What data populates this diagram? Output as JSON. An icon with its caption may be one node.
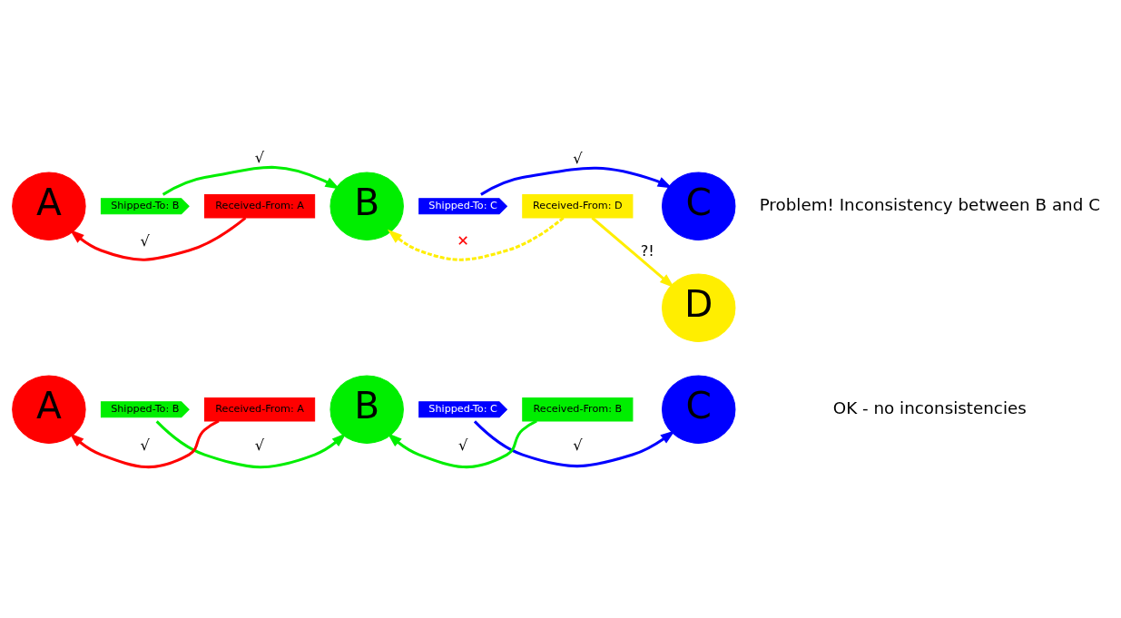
{
  "diagram": {
    "nodes": [
      {
        "text": [
          "A"
        ]
      },
      {
        "text": [
          "Shipped-To: B"
        ]
      },
      {
        "text": [
          "Received-From: A"
        ]
      },
      {
        "text": [
          "B"
        ]
      },
      {
        "text": [
          "Shipped-To: C"
        ]
      },
      {
        "text": [
          "Received-From: B"
        ]
      },
      {
        "text": [
          "C"
        ]
      },
      {
        "text": [
          "A"
        ]
      },
      {
        "text": [
          "Shipped-To: B"
        ]
      },
      {
        "text": [
          "Received-From: A"
        ]
      },
      {
        "text": [
          "B"
        ]
      },
      {
        "text": [
          "Shipped-To: C"
        ]
      },
      {
        "text": [
          "Received-From: D"
        ]
      },
      {
        "text": [
          "C"
        ]
      },
      {
        "text": [
          "D"
        ]
      }
    ],
    "edges": [
      {
        "from": 1,
        "to": 3,
        "arrow": "to",
        "label": "√",
        "color": "#00ee00"
      },
      {
        "from": 2,
        "to": 0,
        "arrow": "to",
        "label": "√",
        "color": "#ff0000"
      },
      {
        "from": 4,
        "to": 6,
        "arrow": "to",
        "label": "√",
        "color": "#0000ff"
      },
      {
        "from": 5,
        "to": 3,
        "arrow": "to",
        "label": "√",
        "color": "#00ee00"
      },
      {
        "from": 8,
        "to": 10,
        "arrow": "to",
        "label": "√",
        "color": "#00ee00"
      },
      {
        "from": 9,
        "to": 7,
        "arrow": "to",
        "label": "√",
        "color": "#ff0000"
      },
      {
        "from": 11,
        "to": 13,
        "arrow": "to",
        "label": "√",
        "color": "#0000ff"
      },
      {
        "from": 12,
        "to": 10,
        "arrow": "to",
        "label": "✕",
        "style": "dashed",
        "color": "#ffee00"
      },
      {
        "from": 12,
        "to": 14,
        "arrow": "to",
        "label": "?!",
        "color": "#ffee00"
      }
    ],
    "labels": [
      "OK - no inconsistencies",
      "Problem! Inconsistency between B and C"
    ]
  }
}
